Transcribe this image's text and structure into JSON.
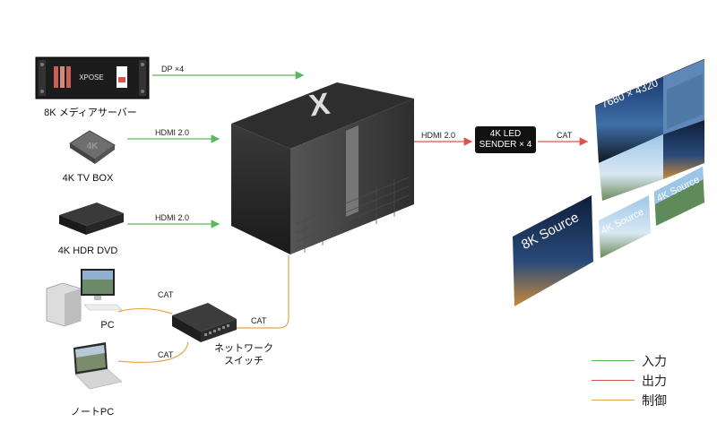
{
  "devices": {
    "media_server": "8K メディアサーバー",
    "tv_box": "4K TV BOX",
    "tv_box_logo": "4K",
    "hdr_dvd": "4K HDR DVD",
    "pc": "PC",
    "laptop": "ノートPC",
    "network_switch_line1": "ネットワーク",
    "network_switch_line2": "スイッチ",
    "processor_logo": "X",
    "server_brand": "XPOSE"
  },
  "connections": {
    "dp": "DP ×4",
    "hdmi_tvbox": "HDMI 2.0",
    "hdmi_dvd": "HDMI 2.0",
    "hdmi_out": "HDMI 2.0",
    "cat_out": "CAT",
    "cat_pc": "CAT",
    "cat_laptop": "CAT",
    "cat_switch": "CAT"
  },
  "sender": {
    "line1": "4K LED",
    "line2": "SENDER × 4"
  },
  "screens": {
    "main_resolution": "7680 × 4320",
    "source_8k": "8K Source",
    "source_4k_a": "4K Source",
    "source_4k_b": "4K Source"
  },
  "legend": [
    {
      "label": "入力",
      "color": "#5cb85c"
    },
    {
      "label": "出力",
      "color": "#d9534f"
    },
    {
      "label": "制御",
      "color": "#e8a44a"
    }
  ],
  "colors": {
    "input": "#5cb85c",
    "output": "#d9534f",
    "control": "#e8a44a"
  }
}
